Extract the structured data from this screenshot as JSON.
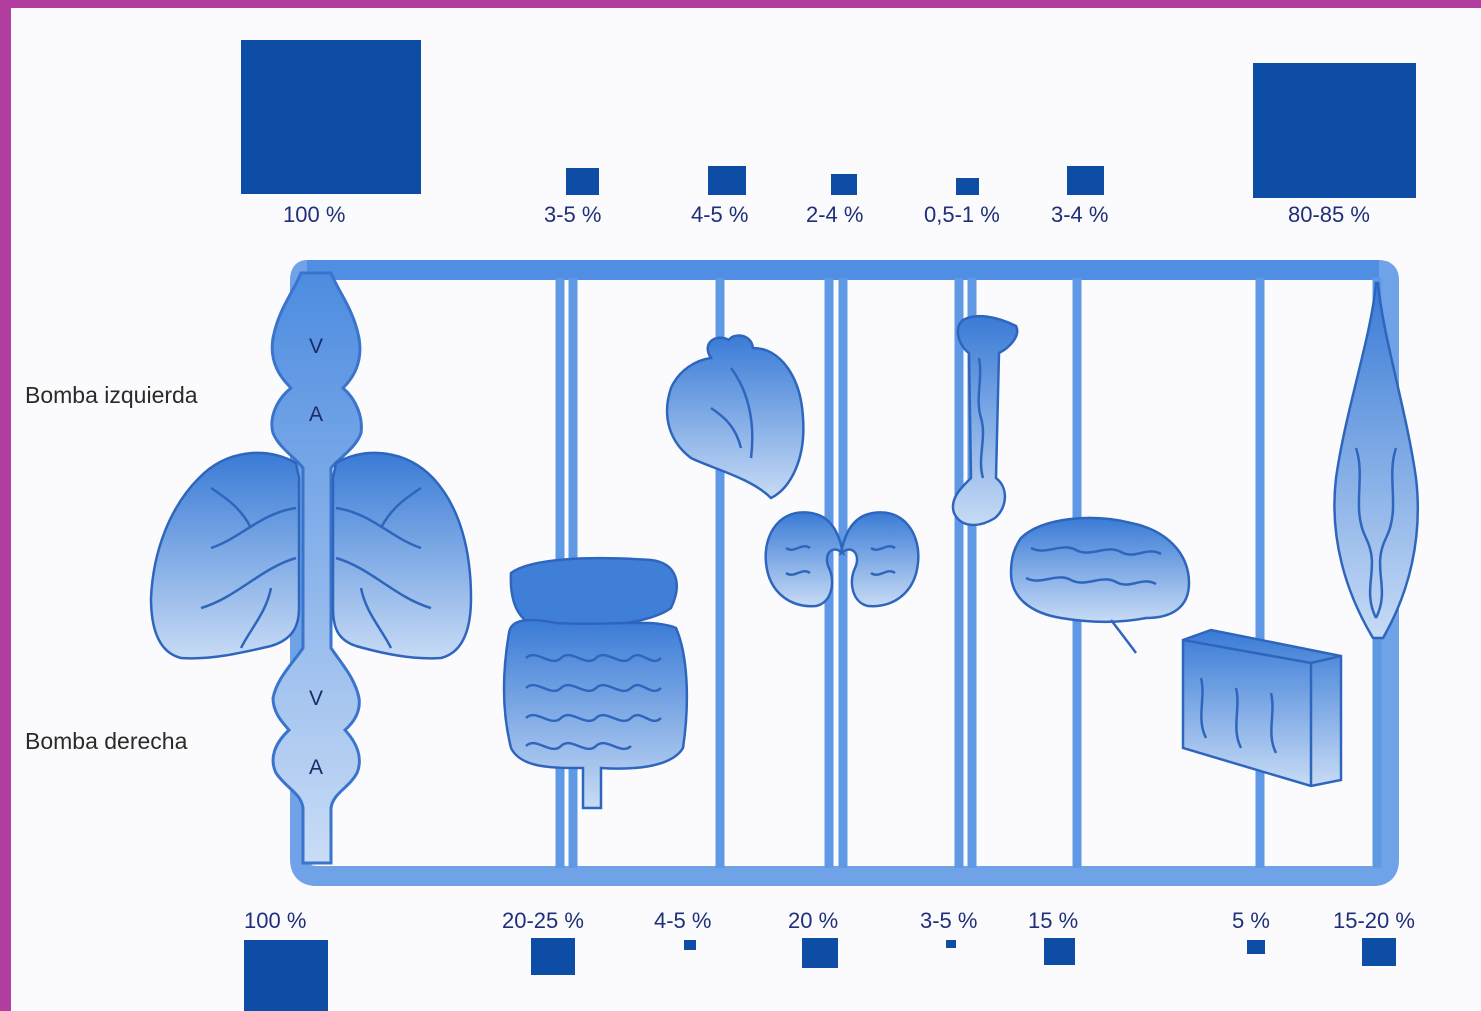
{
  "pumps": {
    "left": "Bomba izquierda",
    "right": "Bomba derecha"
  },
  "chambers": {
    "upper_ventricle": "V",
    "upper_atrium": "A",
    "lower_ventricle": "V",
    "lower_atrium": "A"
  },
  "top_labels": [
    "100 %",
    "3-5 %",
    "4-5 %",
    "2-4 %",
    "0,5-1 %",
    "3-4 %",
    "80-85 %"
  ],
  "bottom_labels": [
    "100 %",
    "20-25 %",
    "4-5 %",
    "20 %",
    "3-5 %",
    "15 %",
    "5 %",
    "15-20 %"
  ],
  "icons": [
    "lungs-icon",
    "digestive-organs-icon",
    "heart-icon",
    "kidneys-icon",
    "bone-icon",
    "brain-icon",
    "skin-tissue-icon",
    "muscle-icon"
  ],
  "colors": {
    "accent": "#0d4da6",
    "vessel": "#6aa0e6",
    "frame": "#b23fa0"
  }
}
